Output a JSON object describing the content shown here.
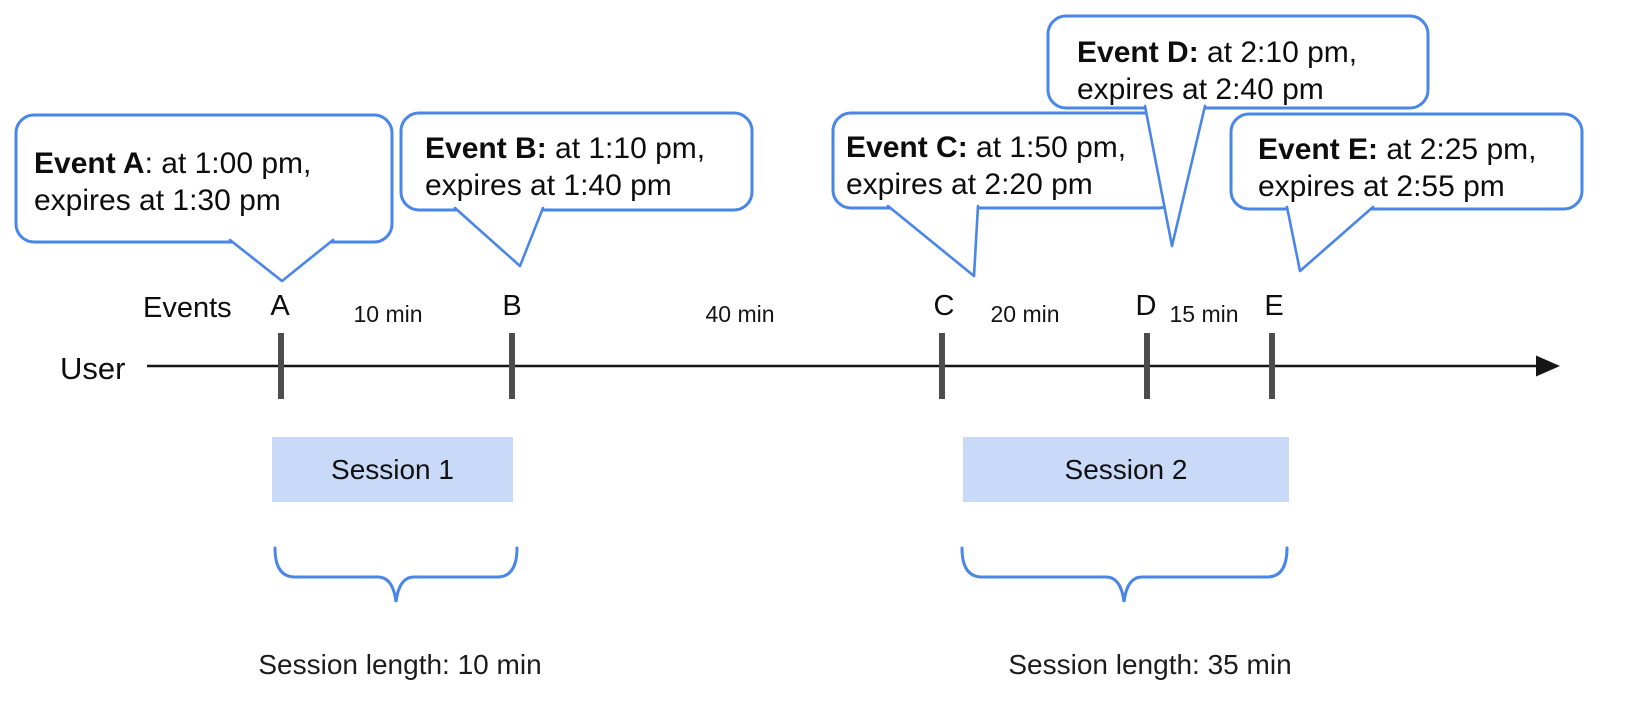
{
  "bubbles": [
    {
      "label": "A",
      "bold": "Event A",
      "rest": ": at 1:00 pm,",
      "line2": "expires at 1:30 pm"
    },
    {
      "label": "B",
      "bold": "Event B:",
      "rest": " at 1:10 pm,",
      "line2": "expires at 1:40 pm"
    },
    {
      "label": "C",
      "bold": "Event C:",
      "rest": " at 1:50 pm,",
      "line2": "expires at 2:20 pm"
    },
    {
      "label": "D",
      "bold": "Event D:",
      "rest": " at 2:10 pm,",
      "line2": "expires at 2:40 pm"
    },
    {
      "label": "E",
      "bold": "Event E:",
      "rest": " at 2:25 pm,",
      "line2": "expires at 2:55 pm"
    }
  ],
  "timeline": {
    "events_label": "Events",
    "user_label": "User",
    "event_marks": [
      {
        "label": "A"
      },
      {
        "label": "B"
      },
      {
        "label": "C"
      },
      {
        "label": "D"
      },
      {
        "label": "E"
      }
    ],
    "gap_labels": [
      {
        "label": "10 min"
      },
      {
        "label": "40 min"
      },
      {
        "label": "20 min"
      },
      {
        "label": "15 min"
      }
    ]
  },
  "sessions": [
    {
      "label": "Session 1",
      "length_label": "Session length: 10 min"
    },
    {
      "label": "Session 2",
      "length_label": "Session length: 35 min"
    }
  ],
  "colors": {
    "accent_blue": "#4a86e8",
    "session_fill": "#c9daf8",
    "tick_gray": "#4d4d4d"
  }
}
